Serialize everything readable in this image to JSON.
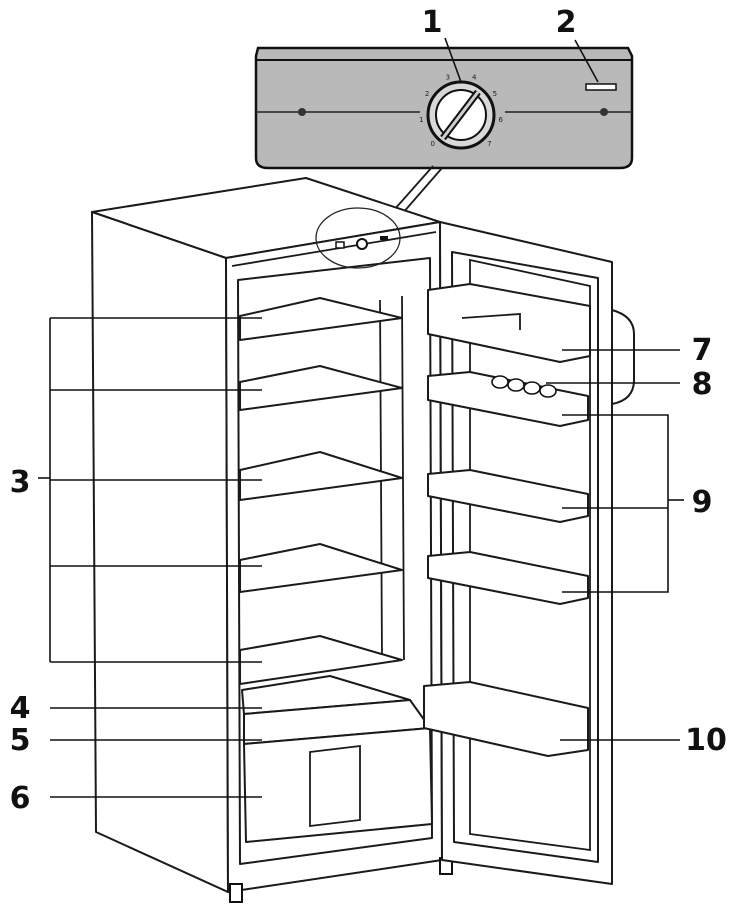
{
  "callouts": [
    {
      "id": "1",
      "text": "1"
    },
    {
      "id": "2",
      "text": "2"
    },
    {
      "id": "3",
      "text": "3"
    },
    {
      "id": "4",
      "text": "4"
    },
    {
      "id": "5",
      "text": "5"
    },
    {
      "id": "6",
      "text": "6"
    },
    {
      "id": "7",
      "text": "7"
    },
    {
      "id": "8",
      "text": "8"
    },
    {
      "id": "9",
      "text": "9"
    },
    {
      "id": "10",
      "text": "10"
    }
  ],
  "dial": {
    "marks": [
      "0",
      "1",
      "2",
      "3",
      "4",
      "5",
      "6",
      "7"
    ]
  },
  "colors": {
    "panel": "#b9b9b9",
    "panel_dark": "#8f8f8f",
    "ink": "#111111"
  }
}
